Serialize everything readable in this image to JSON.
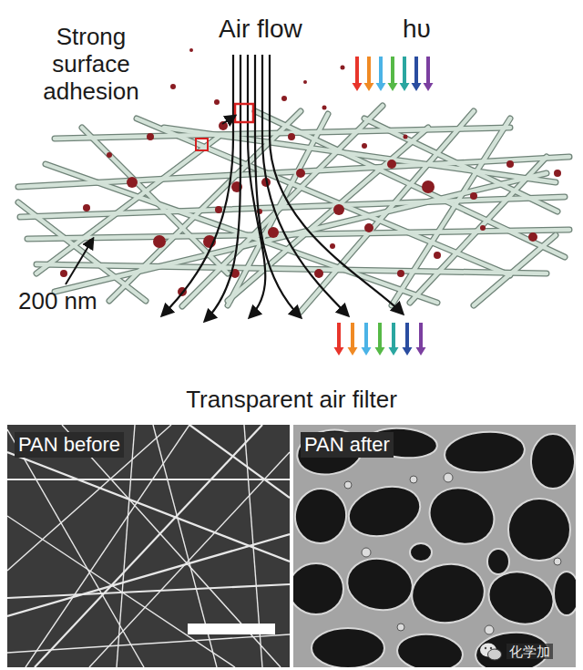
{
  "diagram": {
    "title": "Transparent air filter",
    "nodes": [
      {
        "text": [
          "PAN before"
        ]
      },
      {
        "text": [
          "PAN after"
        ]
      }
    ],
    "labels": [
      "Strong surface adhesion",
      "Air flow",
      "hυ",
      "200 nm",
      "化学加"
    ]
  }
}
